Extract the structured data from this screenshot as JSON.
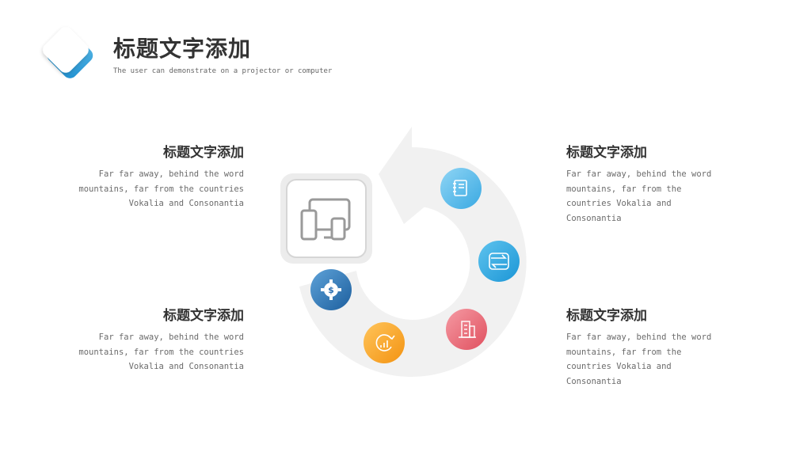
{
  "header": {
    "title": "标题文字添加",
    "subtitle": "The user can demonstrate on a projector or computer"
  },
  "blocks": [
    {
      "title": "标题文字添加",
      "text": "Far far away, behind the word mountains, far from the countries Vokalia and Consonantia"
    },
    {
      "title": "标题文字添加",
      "text": "Far far away, behind the word mountains, far from the countries Vokalia and Consonantia"
    },
    {
      "title": "标题文字添加",
      "text": "Far far away, behind the word mountains, far from the countries Vokalia and Consonantia"
    },
    {
      "title": "标题文字添加",
      "text": "Far far away, behind the word mountains, far from the countries Vokalia and Consonantia"
    }
  ],
  "icons": {
    "center": "devices-icon",
    "circles": [
      "notebook-icon",
      "exchange-icon",
      "building-icon",
      "growth-chart-icon",
      "dollar-gear-icon"
    ]
  },
  "colors": {
    "accent_blue": "#2aa3dc",
    "ring_gray": "#f1f1f1",
    "orange": "#f7a21b",
    "red": "#e8606e",
    "dark_blue": "#2b6fb2"
  }
}
